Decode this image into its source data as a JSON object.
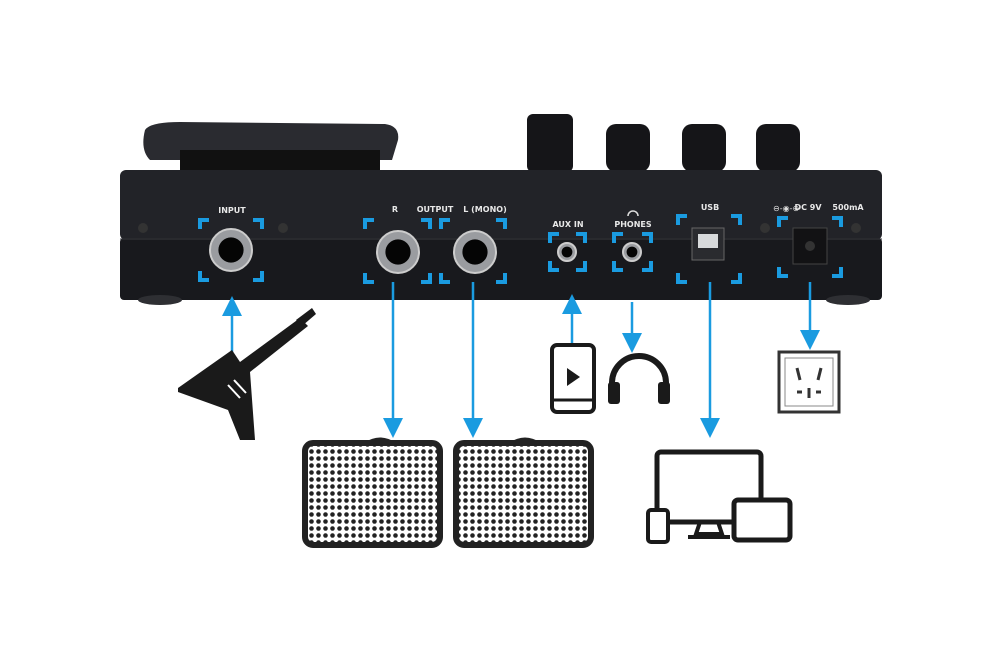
{
  "ports": {
    "input": "INPUT",
    "output_r": "R",
    "output": "OUTPUT",
    "output_l": "L (MONO)",
    "aux_in": "AUX IN",
    "phones": "PHONES",
    "usb": "USB",
    "dc": "DC 9V",
    "current": "500mA"
  },
  "colors": {
    "accent": "#1a9be0",
    "device": "#1c1d21",
    "icon": "#1a1a1a"
  },
  "connections": [
    {
      "port": "input",
      "device": "guitar-icon",
      "direction": "in"
    },
    {
      "port": "output_r",
      "device": "amplifier-icon",
      "direction": "out"
    },
    {
      "port": "output_l",
      "device": "amplifier-icon",
      "direction": "out"
    },
    {
      "port": "aux_in",
      "device": "smartphone-icon",
      "direction": "in"
    },
    {
      "port": "phones",
      "device": "headphones-icon",
      "direction": "out"
    },
    {
      "port": "usb",
      "device": "computer-tablet-phone-icon",
      "direction": "out"
    },
    {
      "port": "dc",
      "device": "power-outlet-icon",
      "direction": "out"
    }
  ]
}
